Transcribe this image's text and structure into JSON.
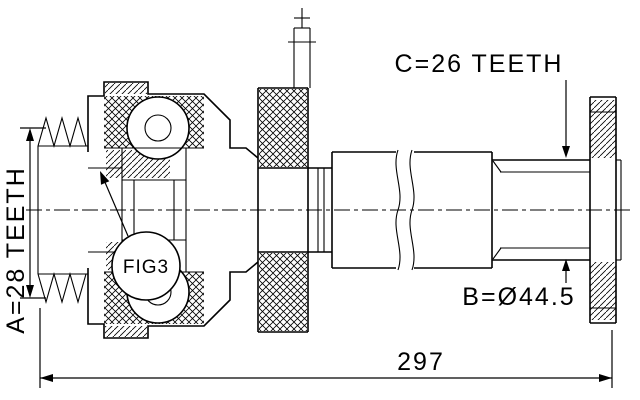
{
  "drawing": {
    "figure_label": "FIG3",
    "dim_spline_a": "A=28 TEETH",
    "dim_spline_c": "C=26 TEETH",
    "dim_diameter_b": "B=Ø44.5",
    "dim_overall_length": "297"
  },
  "colors": {
    "line": "#000000",
    "background": "#ffffff"
  }
}
